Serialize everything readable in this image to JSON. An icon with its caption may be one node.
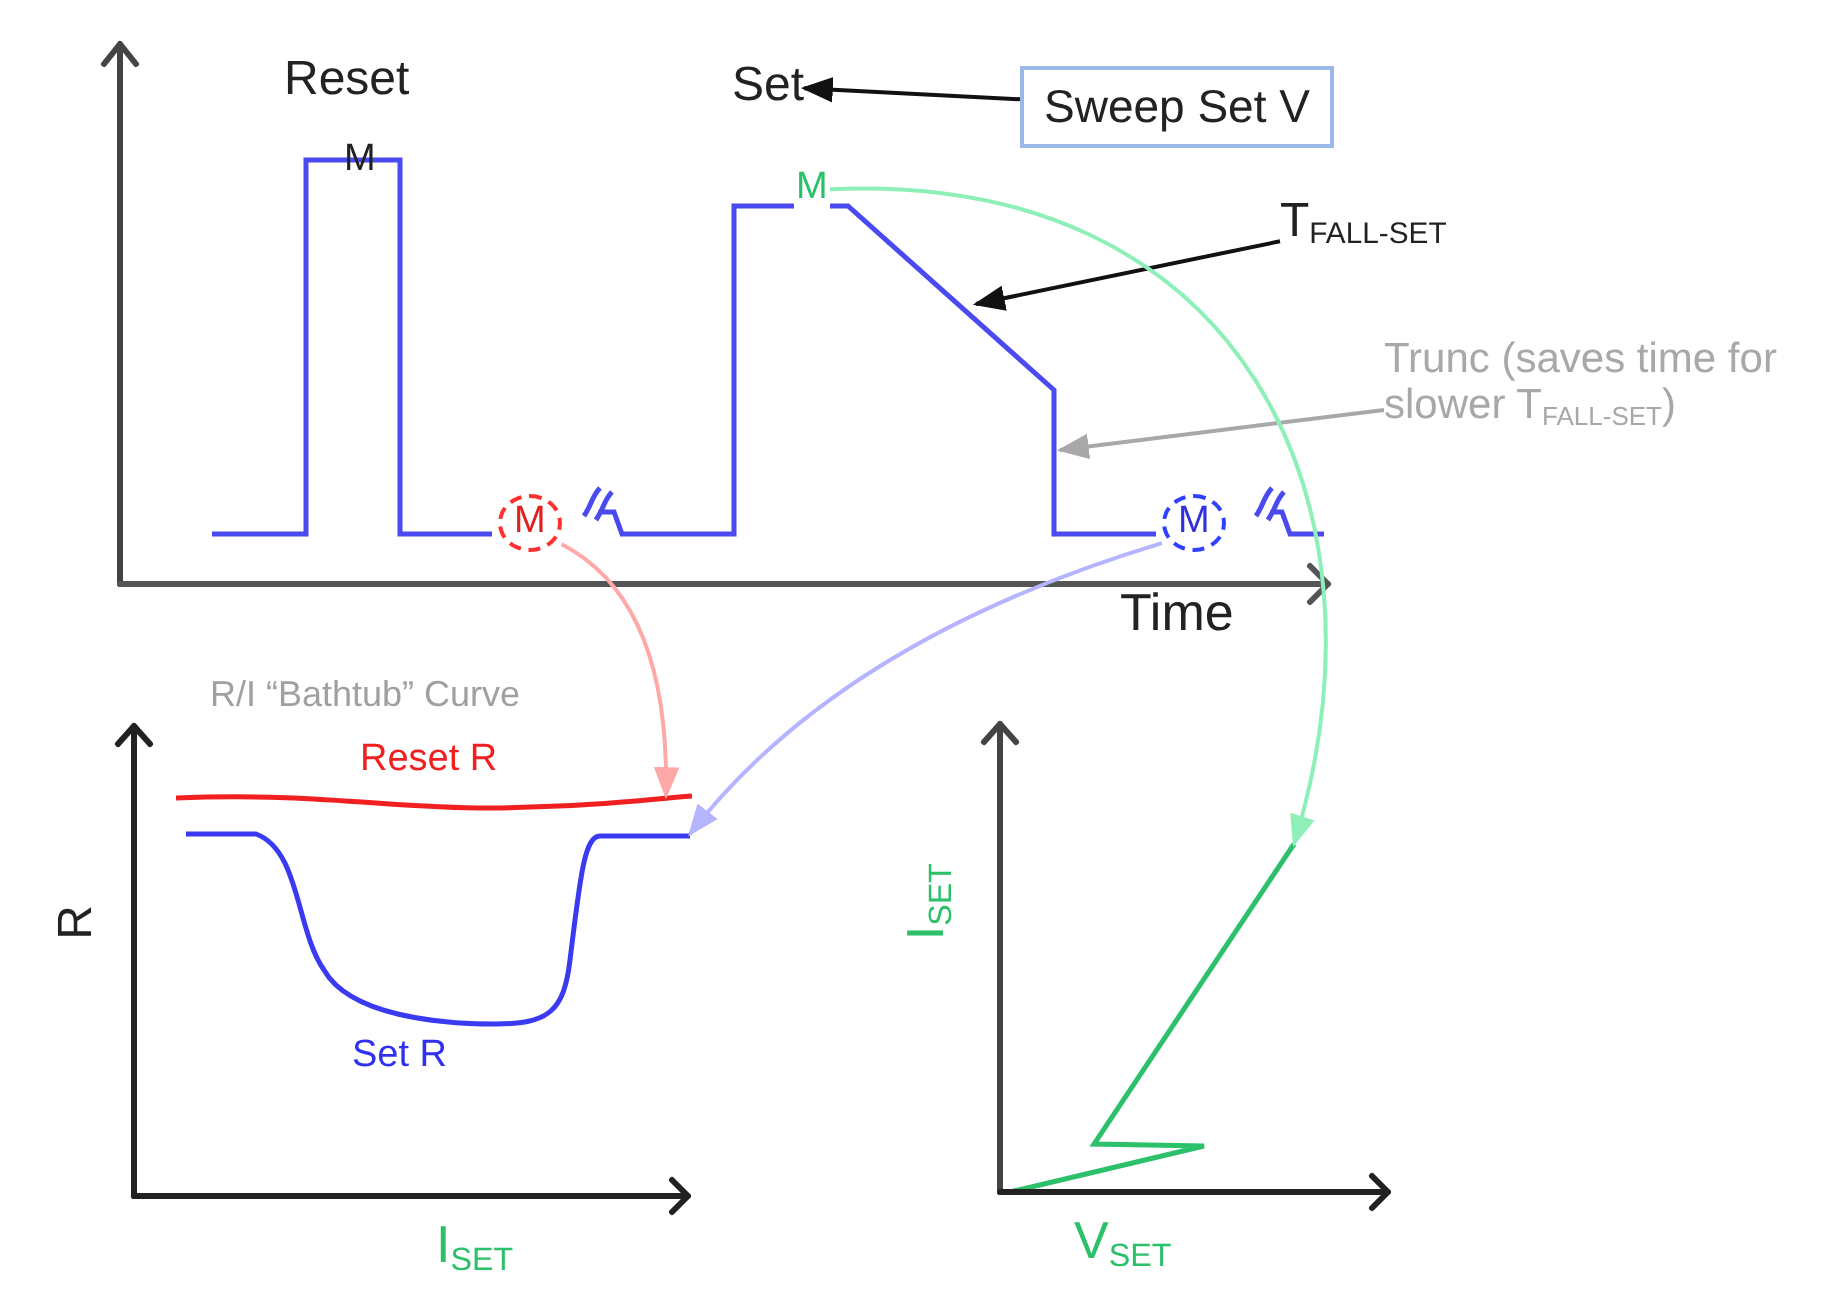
{
  "diagram": {
    "nodes": [
      {
        "text": [
          "Sweep Set V"
        ]
      },
      {
        "text": [
          "Set"
        ]
      },
      {
        "text": [
          "T$_{FALL-SET}$"
        ]
      },
      {
        "text": [
          "Trunc (saves time for slower T$_{FALL-SET}$)"
        ]
      },
      {
        "text": [
          "M"
        ]
      },
      {
        "text": [
          "M"
        ]
      },
      {
        "text": [
          "M"
        ]
      },
      {
        "text": [],
        "shape": "curve",
        "beside": [
          "Reset R"
        ]
      },
      {
        "text": [],
        "shape": "curve",
        "beside": [
          "Set R"
        ]
      },
      {
        "text": [],
        "shape": "curve"
      }
    ],
    "edges": [
      {
        "from": 0,
        "to": 1,
        "arrow": "to"
      },
      {
        "from": 2,
        "to": null,
        "arrow": "to"
      },
      {
        "from": 3,
        "to": null,
        "arrow": "to",
        "color": "#a8a8a8"
      },
      {
        "from": 4,
        "to": 9,
        "arrow": "to",
        "color": "#8ef0b8"
      },
      {
        "from": 5,
        "to": 7,
        "arrow": "to",
        "color": "#ffa8a8"
      },
      {
        "from": 6,
        "to": 8,
        "arrow": "to",
        "color": "#b4b4ff"
      }
    ],
    "labels": [
      "Reset",
      "M",
      "Time",
      "R/I “Bathtub” Curve",
      "R",
      "I$_{SET}$",
      "I$_{SET}$",
      "V$_{SET}$"
    ]
  }
}
